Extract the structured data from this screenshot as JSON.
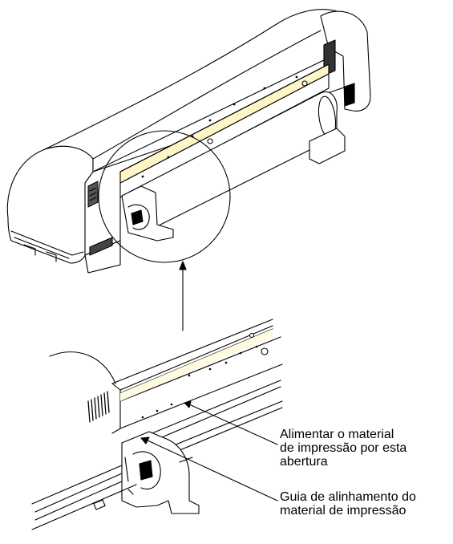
{
  "callouts": {
    "feed_opening": {
      "line1": "Alimentar o material",
      "line2": "de impressão por esta",
      "line3": "abertura"
    },
    "alignment_guide": {
      "line1": "Guia de alinhamento do",
      "line2": "material de impressão"
    }
  },
  "colors": {
    "ink": "#000000",
    "paper_highlight": "#fff6c8",
    "background": "#ffffff"
  }
}
